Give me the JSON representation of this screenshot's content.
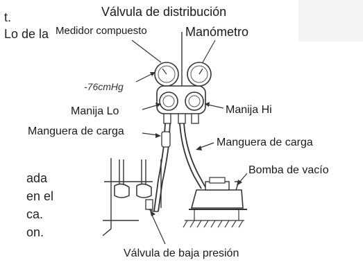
{
  "left_fragments": [
    "t.",
    "Lo de la",
    "ada",
    "en el",
    "ca.",
    "on."
  ],
  "labels": {
    "valvula_distribucion": "Válvula de distribución",
    "medidor_compuesto": "Medidor compuesto",
    "manometro": "Manómetro",
    "vacuum_reading": "-76cmHg",
    "manija_lo": "Manija Lo",
    "manija_hi": "Manija Hi",
    "manguera_carga_left": "Manguera de carga",
    "manguera_carga_right": "Manguera de carga",
    "bomba_vacio": "Bomba de vacío",
    "valvula_baja_presion": "Válvula de baja presión"
  }
}
